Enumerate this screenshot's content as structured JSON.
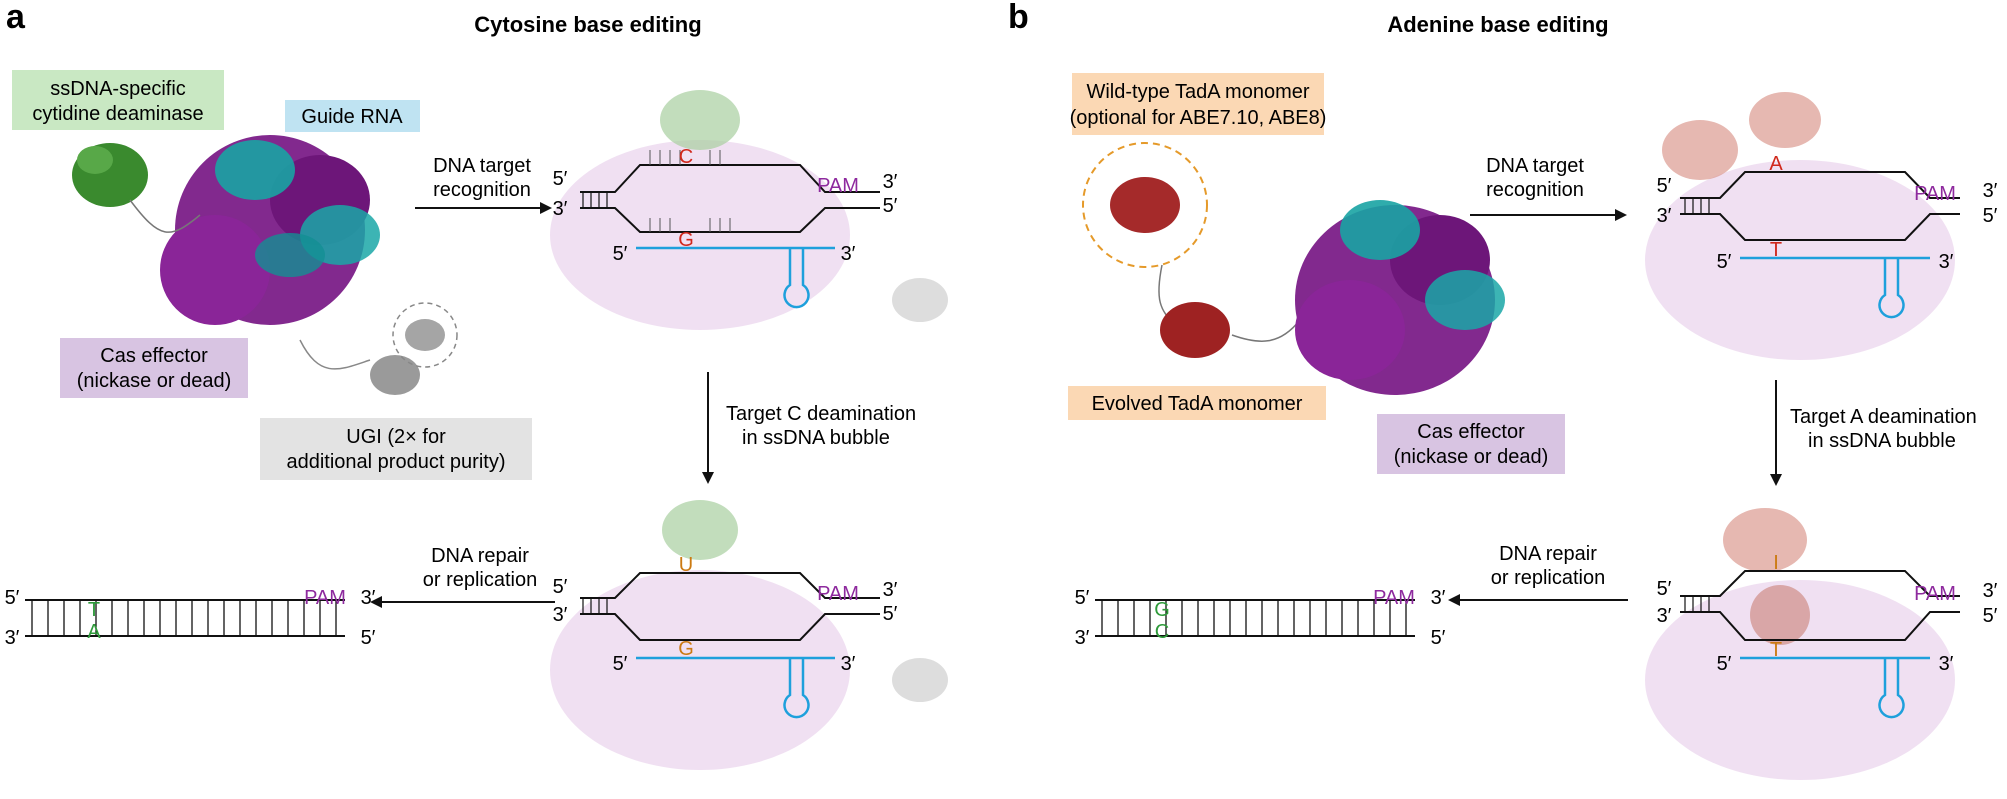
{
  "panels": [
    {
      "letter": "a",
      "title": "Cytosine base editing",
      "labels": {
        "deaminase": [
          "ssDNA-specific",
          "cytidine deaminase"
        ],
        "guide": "Guide RNA",
        "cas": [
          "Cas effector",
          "(nickase or dead)"
        ],
        "ugi": [
          "UGI (2× for",
          "additional product purity)"
        ]
      },
      "arrows": {
        "recognition": [
          "DNA target",
          "recognition"
        ],
        "deamination": [
          "Target C deamination",
          "in ssDNA bubble"
        ],
        "repair": [
          "DNA repair",
          "or replication"
        ]
      },
      "bases": {
        "state1_top": "C",
        "state1_bottom": "G",
        "state2_top": "U",
        "state2_bottom": "G",
        "product_top": "T",
        "product_bottom": "A"
      }
    },
    {
      "letter": "b",
      "title": "Adenine base editing",
      "labels": {
        "wt_tada": [
          "Wild-type TadA monomer",
          "(optional for ABE7.10, ABE8)"
        ],
        "evolved_tada": "Evolved TadA monomer",
        "cas": [
          "Cas effector",
          "(nickase or dead)"
        ]
      },
      "arrows": {
        "recognition": [
          "DNA target",
          "recognition"
        ],
        "deamination": [
          "Target A deamination",
          "in ssDNA bubble"
        ],
        "repair": [
          "DNA repair",
          "or replication"
        ]
      },
      "bases": {
        "state1_top": "A",
        "state1_bottom": "T",
        "state2_top": "I",
        "state2_bottom": "T",
        "product_top": "G",
        "product_bottom": "C"
      }
    }
  ],
  "dna": {
    "five": "5′",
    "three": "3′",
    "pam": "PAM"
  },
  "colors": {
    "green_box": "#c9e8c3",
    "blue_box": "#bfe3f2",
    "purple_box": "#d8c4e2",
    "grey_box": "#e3e3e3",
    "orange_box": "#fbd8b4",
    "pam": "#8e2a9e",
    "red_base": "#d0281c",
    "orange_base": "#cc7a12",
    "green_base": "#2e9a3a",
    "guide_rna": "#1ea0dc"
  }
}
